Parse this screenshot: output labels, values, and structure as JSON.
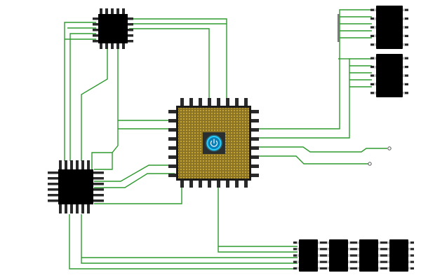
{
  "diagram": {
    "kind": "circuit board",
    "colors": {
      "background": "#ffffff",
      "trace": "#2e9a2e",
      "chip_body": "#000000",
      "pin_dark": "#2a2a2a",
      "pin_light": "#c9c9c9",
      "cpu_die": "#8a7326",
      "cpu_dot": "#c9a62f",
      "cpu_rim": "#1a1a1a",
      "power_glow": "#29d0ff",
      "power_fill": "#0a7fb5",
      "power_icon": "#e6f7ff"
    },
    "components": [
      {
        "id": "mcu-top-left",
        "type": "qfp-small"
      },
      {
        "id": "mcu-left",
        "type": "qfp-small"
      },
      {
        "id": "cpu-center",
        "type": "qfp-large",
        "icon": "power-icon"
      },
      {
        "id": "dip-top-right-a",
        "type": "dip-10"
      },
      {
        "id": "dip-top-right-b",
        "type": "dip-10"
      },
      {
        "id": "dip-bottom-1",
        "type": "dip-10"
      },
      {
        "id": "dip-bottom-2",
        "type": "dip-10"
      },
      {
        "id": "dip-bottom-3",
        "type": "dip-10"
      },
      {
        "id": "dip-bottom-4",
        "type": "dip-10"
      }
    ],
    "test_points": 2
  }
}
